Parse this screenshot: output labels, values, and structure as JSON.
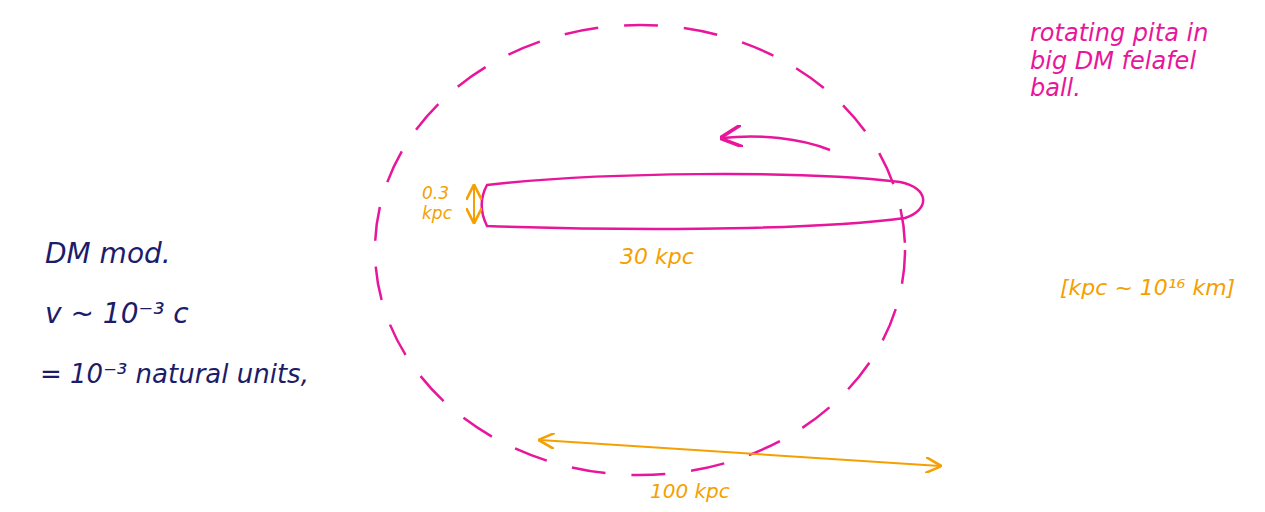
{
  "diagram": {
    "labels": [
      "DM mod.",
      "v ~ 10⁻³ c",
      "= 10⁻³ natural units,",
      "0.3 kpc",
      "30 kpc",
      "100 kpc",
      "[kpc ~ 10¹⁶ km]",
      "rotating pita in big DM felafel ball."
    ]
  }
}
